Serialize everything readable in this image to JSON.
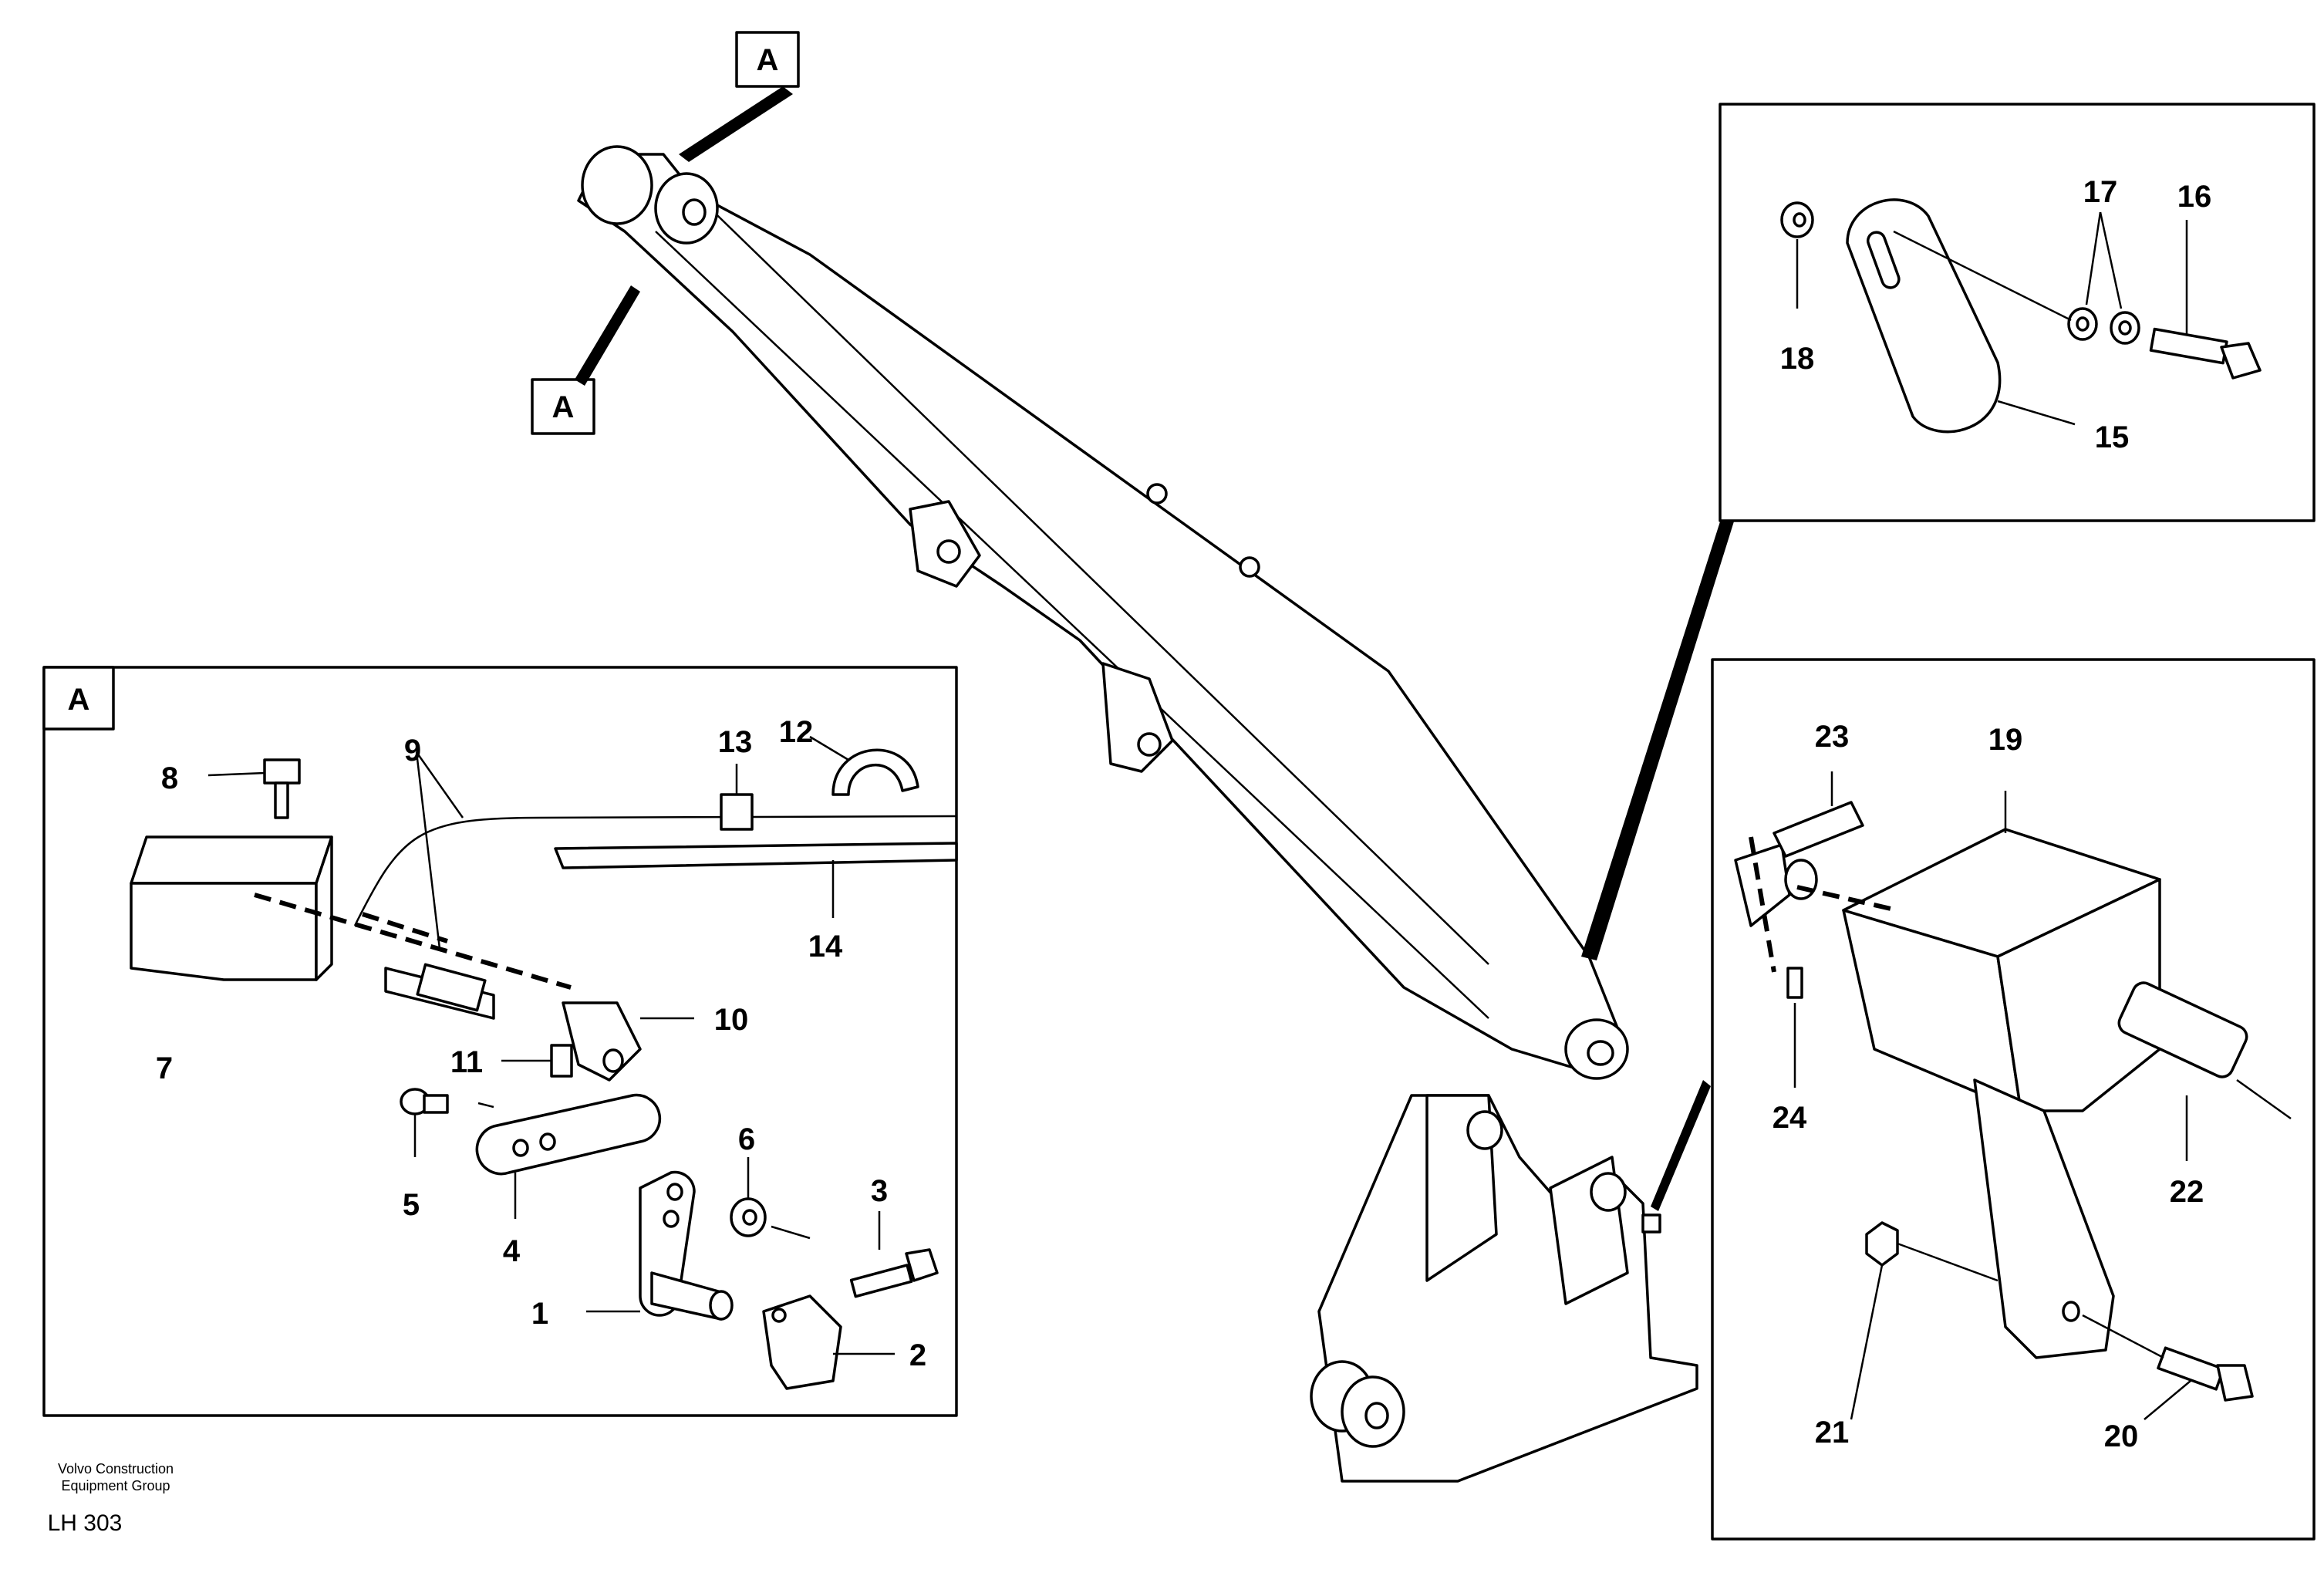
{
  "detail_marker": "A",
  "footer": {
    "company_line1": "Volvo Construction",
    "company_line2": "Equipment Group",
    "drawing_code": "LH 303"
  },
  "callouts": {
    "c1": "1",
    "c2": "2",
    "c3": "3",
    "c4": "4",
    "c5": "5",
    "c6": "6",
    "c7": "7",
    "c8": "8",
    "c9": "9",
    "c10": "10",
    "c11": "11",
    "c12": "12",
    "c13": "13",
    "c14": "14",
    "c15": "15",
    "c16": "16",
    "c17": "17",
    "c18": "18",
    "c19": "19",
    "c20": "20",
    "c21": "21",
    "c22": "22",
    "c23": "23",
    "c24": "24"
  },
  "colors": {
    "ink": "#000000",
    "paper": "#ffffff"
  }
}
